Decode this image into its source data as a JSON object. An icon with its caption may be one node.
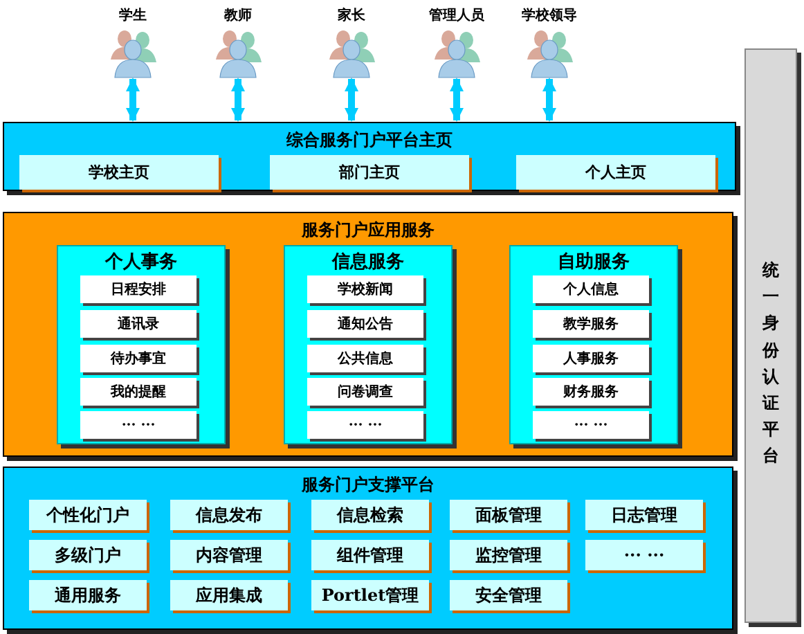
{
  "diagram": {
    "nodes": [
      {
        "text": [
          "学生"
        ]
      },
      {
        "text": [
          "教师"
        ]
      },
      {
        "text": [
          "家长"
        ]
      },
      {
        "text": [
          "管理人员"
        ]
      },
      {
        "text": [
          "学校领导"
        ]
      },
      {
        "text": [
          "综合服务门户平台主页"
        ]
      },
      {
        "text": [
          "学校主页"
        ],
        "in": 5
      },
      {
        "text": [
          "部门主页"
        ],
        "in": 5
      },
      {
        "text": [
          "个人主页"
        ],
        "in": 5
      },
      {
        "text": [
          "服务门户应用服务"
        ]
      },
      {
        "text": [
          "个人事务"
        ],
        "in": 9
      },
      {
        "text": [
          "日程安排"
        ],
        "in": 10
      },
      {
        "text": [
          "通讯录"
        ],
        "in": 10
      },
      {
        "text": [
          "待办事宜"
        ],
        "in": 10
      },
      {
        "text": [
          "我的提醒"
        ],
        "in": 10
      },
      {
        "text": [
          "··· ···"
        ],
        "in": 10
      },
      {
        "text": [
          "信息服务"
        ],
        "in": 9
      },
      {
        "text": [
          "学校新闻"
        ],
        "in": 16
      },
      {
        "text": [
          "通知公告"
        ],
        "in": 16
      },
      {
        "text": [
          "公共信息"
        ],
        "in": 16
      },
      {
        "text": [
          "问卷调查"
        ],
        "in": 16
      },
      {
        "text": [
          "··· ···"
        ],
        "in": 16
      },
      {
        "text": [
          "自助服务"
        ],
        "in": 9
      },
      {
        "text": [
          "个人信息"
        ],
        "in": 22
      },
      {
        "text": [
          "教学服务"
        ],
        "in": 22
      },
      {
        "text": [
          "人事服务"
        ],
        "in": 22
      },
      {
        "text": [
          "财务服务"
        ],
        "in": 22
      },
      {
        "text": [
          "··· ···"
        ],
        "in": 22
      },
      {
        "text": [
          "服务门户支撑平台"
        ]
      },
      {
        "text": [
          "个性化门户"
        ],
        "in": 28
      },
      {
        "text": [
          "信息发布"
        ],
        "in": 28
      },
      {
        "text": [
          "信息检索"
        ],
        "in": 28
      },
      {
        "text": [
          "面板管理"
        ],
        "in": 28
      },
      {
        "text": [
          "日志管理"
        ],
        "in": 28
      },
      {
        "text": [
          "多级门户"
        ],
        "in": 28
      },
      {
        "text": [
          "内容管理"
        ],
        "in": 28
      },
      {
        "text": [
          "组件管理"
        ],
        "in": 28
      },
      {
        "text": [
          "监控管理"
        ],
        "in": 28
      },
      {
        "text": [
          "··· ···"
        ],
        "in": 28
      },
      {
        "text": [
          "通用服务"
        ],
        "in": 28
      },
      {
        "text": [
          "应用集成"
        ],
        "in": 28
      },
      {
        "text": [
          "Portlet管理"
        ],
        "in": 28
      },
      {
        "text": [
          "安全管理"
        ],
        "in": 28
      },
      {
        "text": [
          "统一身份认证平台"
        ]
      }
    ],
    "edges": [
      {
        "from": 0,
        "to": 5,
        "arrow": "both"
      },
      {
        "from": 1,
        "to": 5,
        "arrow": "both"
      },
      {
        "from": 2,
        "to": 5,
        "arrow": "both"
      },
      {
        "from": 3,
        "to": 5,
        "arrow": "both"
      },
      {
        "from": 4,
        "to": 5,
        "arrow": "both"
      }
    ]
  }
}
